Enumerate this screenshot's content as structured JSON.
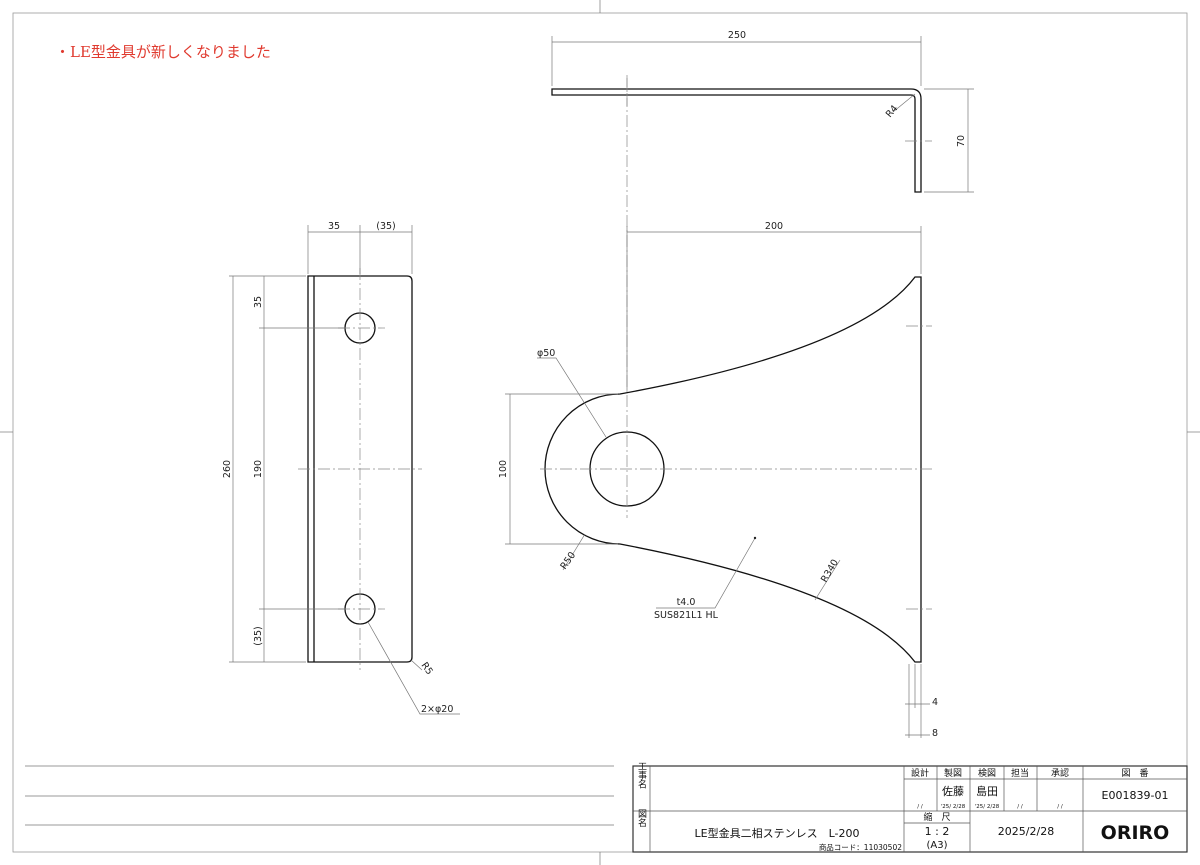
{
  "note": "・LE型金具が新しくなりました",
  "top_view": {
    "width_dim": "250",
    "height_dim": "70",
    "bend_radius": "R4"
  },
  "side_view": {
    "dim_top_a": "35",
    "dim_top_b": "(35)",
    "dim_total": "260",
    "dim_pitch": "190",
    "dim_top_edge": "35",
    "dim_bottom_edge": "(35)",
    "corner_radius": "R5",
    "holes": "2×φ20"
  },
  "front_view": {
    "dim_length": "200",
    "dim_height": "100",
    "hole": "φ50",
    "end_radius": "R50",
    "curve_radius": "R340",
    "thickness": "t4.0",
    "material": "SUS821L1 HL",
    "dim_4": "4",
    "dim_8": "8"
  },
  "title_block": {
    "project_label": "工事名",
    "drawing_label": "図名",
    "roles": [
      "設計",
      "製図",
      "検図",
      "担当",
      "承認"
    ],
    "names": [
      "",
      "佐藤",
      "島田",
      "",
      ""
    ],
    "dates": [
      "/ /",
      "'25/ 2/28",
      "'25/ 2/28",
      "/ /",
      "/ /"
    ],
    "drawing_number_label": "図　番",
    "drawing_number": "E001839-01",
    "title": "LE型金具二相ステンレス　L-200",
    "product_code": "商品コード：11030502",
    "scale_label": "縮　尺",
    "scale": "1 : 2",
    "paper": "(A3)",
    "date": "2025/2/28",
    "company": "ORIRO"
  }
}
